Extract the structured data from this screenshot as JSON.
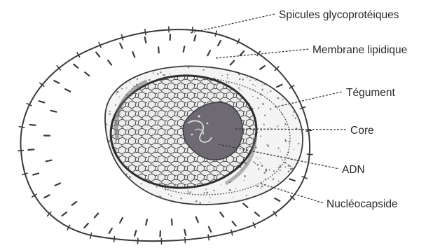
{
  "diagram": {
    "labels": {
      "spicules": "Spicules glycoprotéiques",
      "membrane": "Membrane lipidique",
      "tegument": "Tégument",
      "core": "Core",
      "adn": "ADN",
      "nucleocapside": "Nucléocapside"
    },
    "colors": {
      "ink": "#3a3a3a",
      "stipple": "#7a7a7a",
      "core": "#6d6a72",
      "capsid_fill": "#eeeeee",
      "background": "#ffffff"
    }
  }
}
